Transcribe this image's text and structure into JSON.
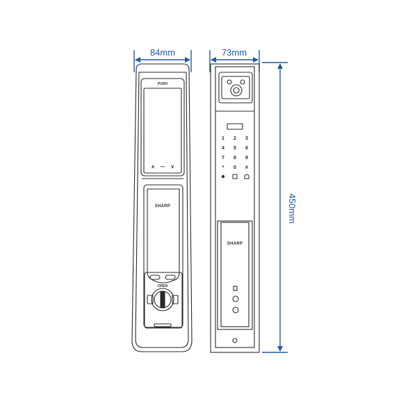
{
  "dimensions": {
    "width_front": "84mm",
    "width_side": "73mm",
    "height": "450mm"
  },
  "front": {
    "push_label": "PUSH",
    "nav_left": "∧",
    "nav_mid": "—",
    "nav_right": "∨",
    "brand": "SHARP",
    "open_label": "OPEN"
  },
  "side": {
    "brand": "SHARP",
    "keypad": [
      "1",
      "2",
      "3",
      "4",
      "5",
      "6",
      "7",
      "8",
      "9",
      "*",
      "0",
      "#"
    ]
  },
  "colors": {
    "dimension": "#1f5aa6",
    "line": "#2a2a2a"
  }
}
